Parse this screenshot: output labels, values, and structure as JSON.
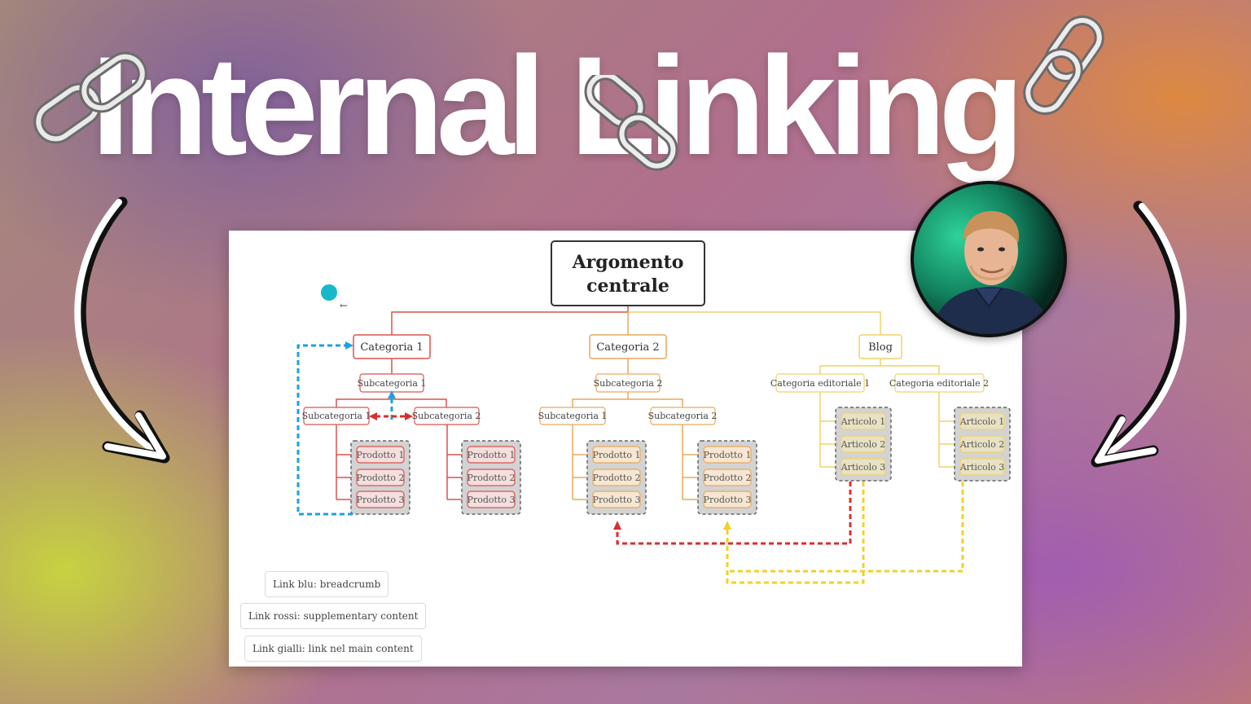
{
  "headline": "Internal Linking",
  "diagram": {
    "root": "Argomento centrale",
    "root_line1": "Argomento",
    "root_line2": "centrale",
    "cat1": {
      "label": "Categoria 1",
      "sub": "Subcategoria 1",
      "sub_a": "Subcategoria 1",
      "sub_b": "Subcategoria 2",
      "products_a": [
        "Prodotto 1",
        "Prodotto 2",
        "Prodotto 3"
      ],
      "products_b": [
        "Prodotto 1",
        "Prodotto 2",
        "Prodotto 3"
      ]
    },
    "cat2": {
      "label": "Categoria 2",
      "sub": "Subcategoria 2",
      "sub_a": "Subcategoria 1",
      "sub_b": "Subcategoria 2",
      "products_a": [
        "Prodotto 1",
        "Prodotto 2",
        "Prodotto 3"
      ],
      "products_b": [
        "Prodotto 1",
        "Prodotto 2",
        "Prodotto 3"
      ]
    },
    "blog": {
      "label": "Blog",
      "ed1": "Categoria editoriale 1",
      "ed2": "Categoria editoriale 2",
      "articles_1": [
        "Articolo 1",
        "Articolo 2",
        "Articolo 3"
      ],
      "articles_2": [
        "Articolo 1",
        "Articolo 2",
        "Articolo 3"
      ]
    },
    "cursor_arrow": "←"
  },
  "legend": {
    "blue": "Link blu: breadcrumb",
    "red": "Link rossi: supplementary content",
    "yellow": "Link gialli: link nel main content"
  },
  "colors": {
    "red": "#d9534f",
    "orange": "#e8a95c",
    "yellow": "#efd36a",
    "blue": "#1ba1e2",
    "link_red": "#d62f2f",
    "link_yellow": "#f2d02a",
    "teal_dot": "#17b8c9"
  },
  "icons": [
    "chain-icon",
    "curved-arrow-icon",
    "avatar-photo"
  ]
}
